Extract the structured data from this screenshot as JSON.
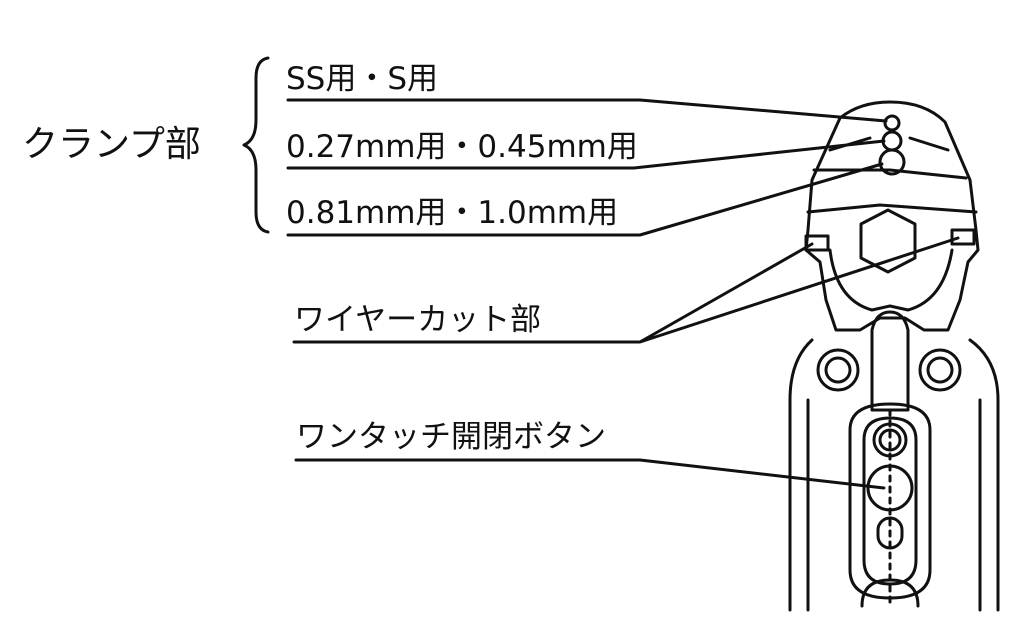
{
  "labels": {
    "clamp_section": "クランプ部",
    "clamp_ss_s": "SS用・S用",
    "clamp_027_045": "0.27mm用・0.45mm用",
    "clamp_081_10": "0.81mm用・1.0mm用",
    "wire_cut": "ワイヤーカット部",
    "one_touch_button": "ワンタッチ開閉ボタン"
  },
  "colors": {
    "line": "#111111",
    "background": "#ffffff"
  }
}
